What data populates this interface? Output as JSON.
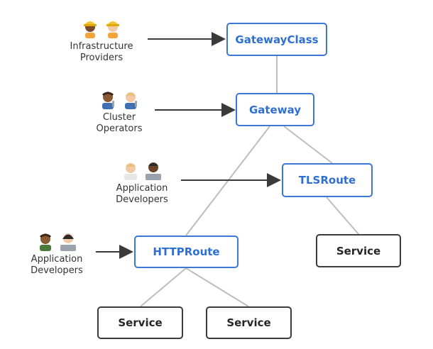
{
  "diagram": {
    "nodes": {
      "gatewayclass": "GatewayClass",
      "gateway": "Gateway",
      "tlsroute": "TLSRoute",
      "httproute": "HTTPRoute",
      "service_tls": "Service",
      "service_http_left": "Service",
      "service_http_right": "Service"
    },
    "personas": {
      "infra_providers": {
        "line1": "Infrastructure",
        "line2": "Providers"
      },
      "cluster_operators": {
        "line1": "Cluster",
        "line2": "Operators"
      },
      "app_devs_tls": {
        "line1": "Application",
        "line2": "Developers"
      },
      "app_devs_http": {
        "line1": "Application",
        "line2": "Developers"
      }
    }
  },
  "colors": {
    "primary_border": "#3a78d6",
    "primary_text": "#2f6fd2",
    "secondary_border": "#3b3b3b",
    "connector_line": "#bdbdbd",
    "arrow": "#3a3a3a"
  }
}
